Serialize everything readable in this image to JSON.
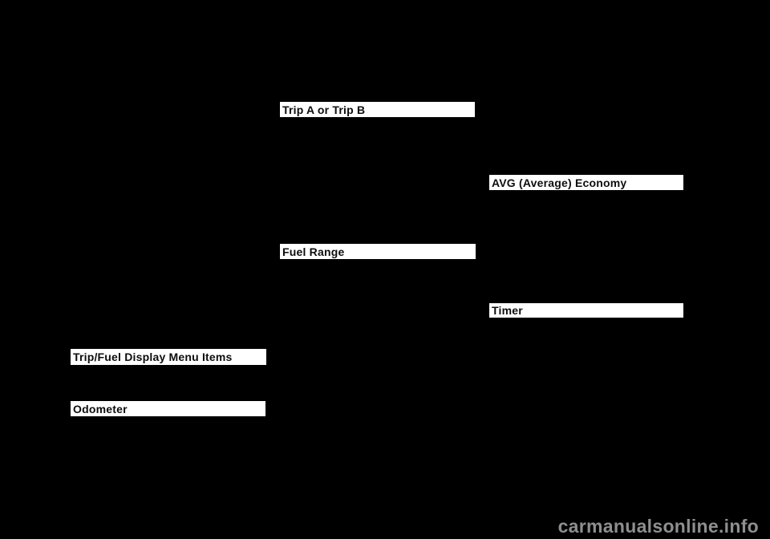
{
  "colors": {
    "page_background": "#000000",
    "heading_background": "#ffffff",
    "heading_text": "#0d0d0d",
    "watermark_text": "#8f8f8f"
  },
  "headings": [
    {
      "label": "Trip A or Trip B"
    },
    {
      "label": "AVG (Average) Economy"
    },
    {
      "label": "Fuel Range"
    },
    {
      "label": "Timer"
    },
    {
      "label": "Trip/Fuel Display Menu Items"
    },
    {
      "label": "Odometer"
    }
  ],
  "watermark": {
    "text": "carmanualsonline.info"
  }
}
